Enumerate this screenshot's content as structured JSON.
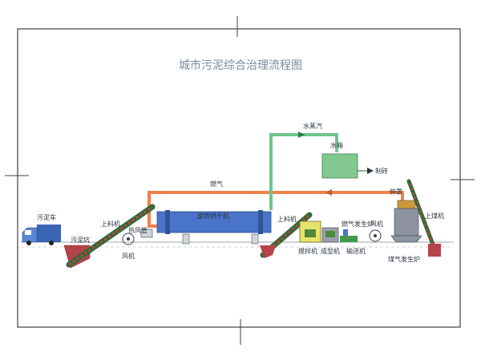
{
  "title": "城市污泥综合治理流程图",
  "labels": {
    "sludge_truck": "污泥车",
    "sludge_pit": "污泥坑",
    "loader_left": "上料机",
    "hot_air_pipe": "热风管",
    "fan_left": "风机",
    "rotary_dryer": "旋转烘干机",
    "gas": "燃气",
    "steam": "水蒸汽",
    "water_tank": "水箱",
    "brick_making": "制砖",
    "loader_mid": "上料机",
    "mixer": "搅拌机",
    "molding_machine": "成型机",
    "conveyor": "输送机",
    "gas_generator_small": "燃气发生炉",
    "fan_right": "风机",
    "hood": "伸罩",
    "coal_loader": "上煤机",
    "gas_producer": "煤气发生炉"
  },
  "colors": {
    "frame": "#39404a",
    "gas_pipe": "#f0804a",
    "steam_pipe": "#6fc48c",
    "water_tank": "#83c98f",
    "conveyor": "#c9413a",
    "conveyor_green": "#3f9a4e",
    "dryer": "#4a74c9",
    "truck": "#3a64b4",
    "generator": "#8d93a1"
  }
}
